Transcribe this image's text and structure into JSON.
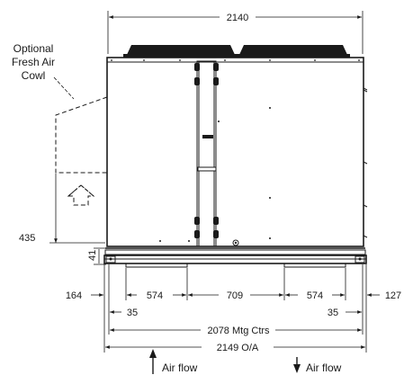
{
  "annotations": {
    "optional_cowl": [
      "Optional",
      "Fresh Air",
      "Cowl"
    ],
    "air_flow_in": "Air flow",
    "air_flow_out": "Air flow"
  },
  "dimensions": {
    "overall_top": "2140",
    "height_435": "435",
    "height_41": "41",
    "left_164": "164",
    "seg_574_left": "574",
    "seg_709": "709",
    "seg_574_right": "574",
    "right_127": "127",
    "offset_35_left": "35",
    "offset_35_right": "35",
    "mtg_ctrs": "2078 Mtg Ctrs",
    "overall_oa": "2149 O/A"
  },
  "colors": {
    "line": "#1a1a1a",
    "background": "#ffffff"
  }
}
